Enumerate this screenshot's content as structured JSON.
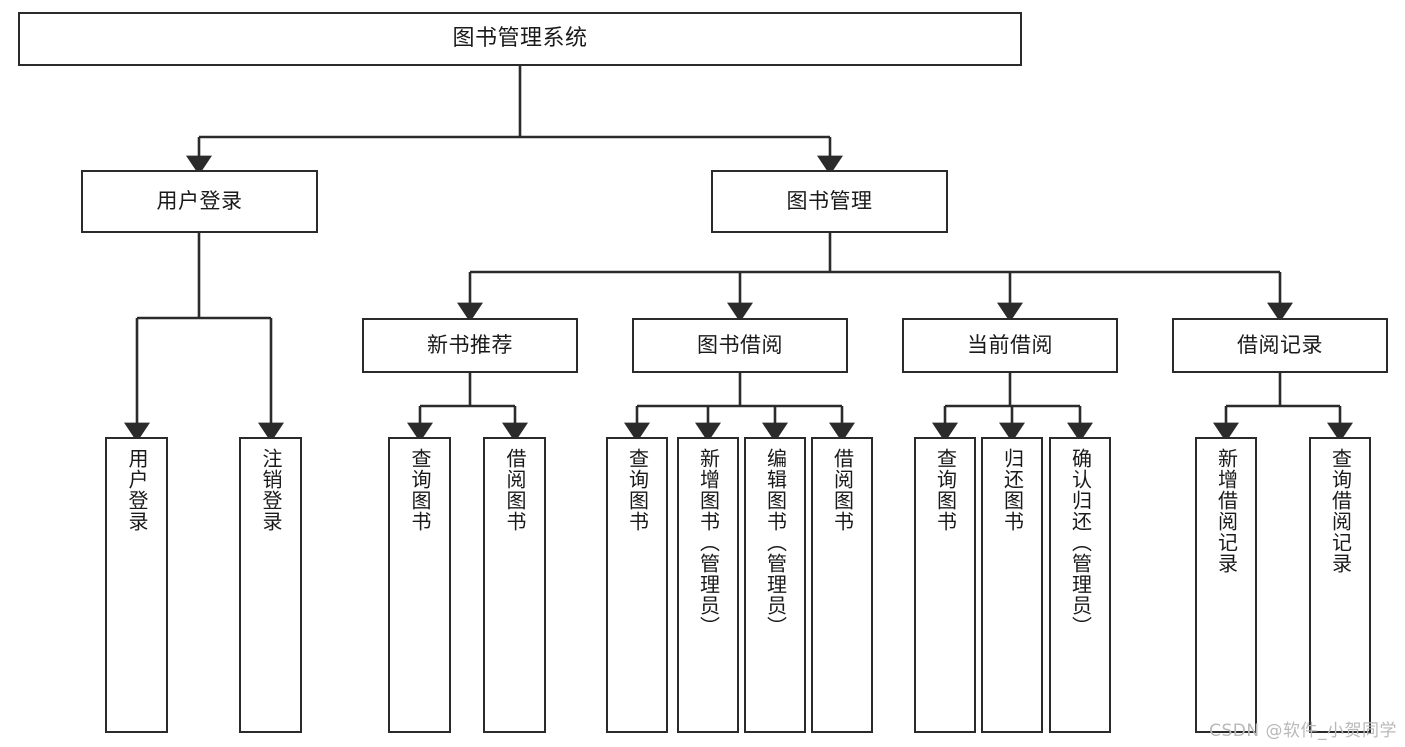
{
  "diagram": {
    "title": "图书管理系统",
    "watermark": "CSDN @软件_小贺同学",
    "stroke_color": "#2b2b2b",
    "fill_color": "#ffffff",
    "text_color": "#1a1a1a",
    "watermark_color": "#b9b9b9"
  },
  "nodes": {
    "root": {
      "label": "图书管理系统"
    },
    "level2": [
      {
        "id": "user-login",
        "label": "用户登录"
      },
      {
        "id": "book-manage",
        "label": "图书管理"
      }
    ],
    "level3": [
      {
        "id": "new-book-recommend",
        "label": "新书推荐"
      },
      {
        "id": "book-borrow",
        "label": "图书借阅"
      },
      {
        "id": "current-borrow",
        "label": "当前借阅"
      },
      {
        "id": "borrow-record",
        "label": "借阅记录"
      }
    ],
    "leaves": {
      "user-login": [
        {
          "id": "leaf-user-login",
          "label": "用户登录"
        },
        {
          "id": "leaf-logout-login",
          "label": "注销登录"
        }
      ],
      "new-book-recommend": [
        {
          "id": "leaf-query-book-1",
          "label": "查询图书"
        },
        {
          "id": "leaf-borrow-book-1",
          "label": "借阅图书"
        }
      ],
      "book-borrow": [
        {
          "id": "leaf-query-book-2",
          "label": "查询图书"
        },
        {
          "id": "leaf-add-book",
          "label": "新增图书（管理员）"
        },
        {
          "id": "leaf-edit-book",
          "label": "编辑图书（管理员）"
        },
        {
          "id": "leaf-borrow-book-2",
          "label": "借阅图书"
        }
      ],
      "current-borrow": [
        {
          "id": "leaf-query-book-3",
          "label": "查询图书"
        },
        {
          "id": "leaf-return-book",
          "label": "归还图书"
        },
        {
          "id": "leaf-confirm-return",
          "label": "确认归还（管理员）"
        }
      ],
      "borrow-record": [
        {
          "id": "leaf-add-record",
          "label": "新增借阅记录"
        },
        {
          "id": "leaf-query-record",
          "label": "查询借阅记录"
        }
      ]
    }
  }
}
